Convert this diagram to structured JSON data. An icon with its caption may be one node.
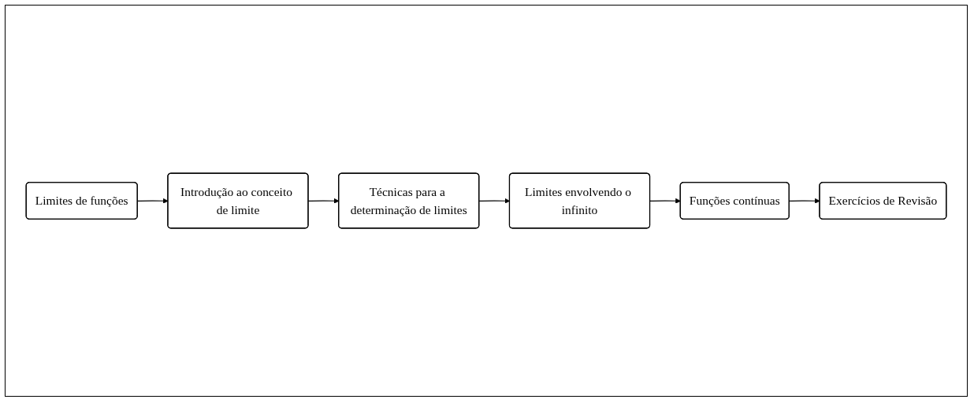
{
  "diagram": {
    "nodes": [
      {
        "text": [
          "Limites de funções"
        ]
      },
      {
        "text": [
          "Introdução ao conceito de limite"
        ]
      },
      {
        "text": [
          "Técnicas para a determinação de limites"
        ]
      },
      {
        "text": [
          "Limites envolvendo o infinito"
        ]
      },
      {
        "text": [
          "Funções contínuas"
        ]
      },
      {
        "text": [
          "Exercícios de Revisão"
        ]
      }
    ],
    "edges": [
      {
        "from": 0,
        "to": 1,
        "arrow": "to"
      },
      {
        "from": 1,
        "to": 2,
        "arrow": "to"
      },
      {
        "from": 2,
        "to": 3,
        "arrow": "to"
      },
      {
        "from": 3,
        "to": 4,
        "arrow": "to"
      },
      {
        "from": 4,
        "to": 5,
        "arrow": "to"
      }
    ]
  }
}
